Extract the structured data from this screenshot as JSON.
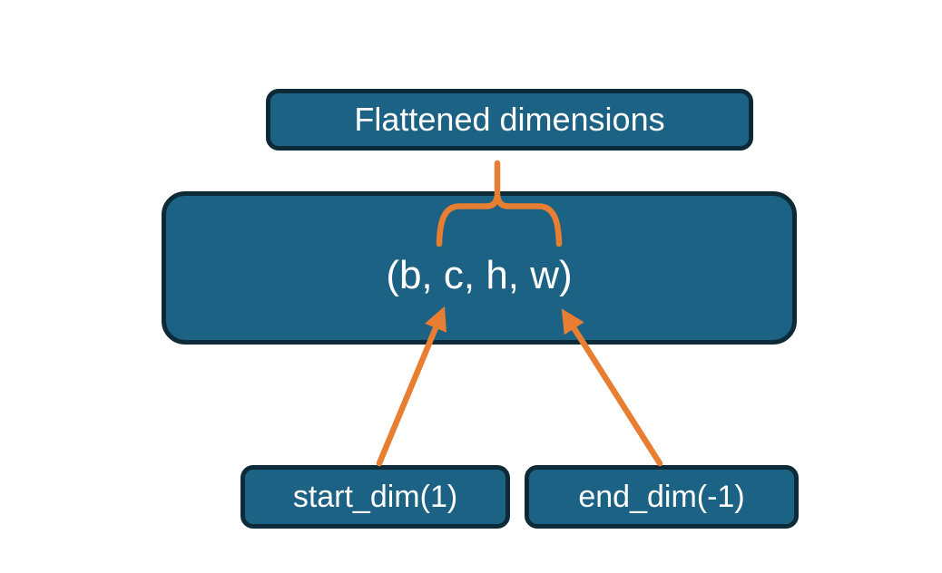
{
  "diagram": {
    "title": "Tensor flatten dimensions diagram",
    "nodes": {
      "flattened": {
        "label": "Flattened dimensions"
      },
      "tensor": {
        "label": "(b, c, h, w)"
      },
      "start_dim": {
        "label": "start_dim(1)"
      },
      "end_dim": {
        "label": "end_dim(-1)"
      }
    },
    "connectors": {
      "brace": "brace grouping dimensions c, h, w up to Flattened dimensions box",
      "start_arrow": "arrow from start_dim(1) box pointing to dimension c",
      "end_arrow": "arrow from end_dim(-1) box pointing to dimension w"
    }
  },
  "colors": {
    "box_fill": "#1c6284",
    "box_border": "#0c2a37",
    "accent_orange": "#e87e31",
    "text": "#ffffff",
    "background": "#ffffff"
  }
}
